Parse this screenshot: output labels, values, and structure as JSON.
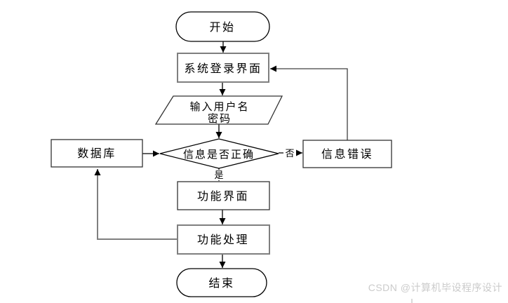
{
  "diagram": {
    "type": "flowchart",
    "title": "login-flow",
    "nodes": {
      "start": {
        "label": "开始",
        "shape": "terminator"
      },
      "login": {
        "label": "系统登录界面",
        "shape": "process"
      },
      "input": {
        "shape": "io",
        "lines": [
          "输入用户名",
          "密码"
        ]
      },
      "decision": {
        "label": "信息是否正确",
        "shape": "decision"
      },
      "database": {
        "label": "数据库",
        "shape": "process"
      },
      "error": {
        "label": "信息错误",
        "shape": "process"
      },
      "function_ui": {
        "label": "功能界面",
        "shape": "process"
      },
      "function_process": {
        "label": "功能处理",
        "shape": "process"
      },
      "end": {
        "label": "结束",
        "shape": "terminator"
      }
    },
    "edge_labels": {
      "no": "否",
      "yes": "是"
    },
    "edges": [
      {
        "from": "start",
        "to": "login"
      },
      {
        "from": "login",
        "to": "input"
      },
      {
        "from": "input",
        "to": "decision"
      },
      {
        "from": "database",
        "to": "decision"
      },
      {
        "from": "decision",
        "to": "error",
        "label": "否"
      },
      {
        "from": "error",
        "to": "login"
      },
      {
        "from": "decision",
        "to": "function_ui",
        "label": "是"
      },
      {
        "from": "function_ui",
        "to": "function_process"
      },
      {
        "from": "function_process",
        "to": "database"
      },
      {
        "from": "function_process",
        "to": "end"
      }
    ],
    "colors": {
      "background": "#ffffff",
      "node_fill": "#ffffff",
      "stroke_black": "#000000",
      "stroke_gray": "#7f7f7f",
      "text": "#000000"
    }
  },
  "watermark": {
    "text": "CSDN @计算机毕设程序设计",
    "color": "#cbcbcb"
  }
}
